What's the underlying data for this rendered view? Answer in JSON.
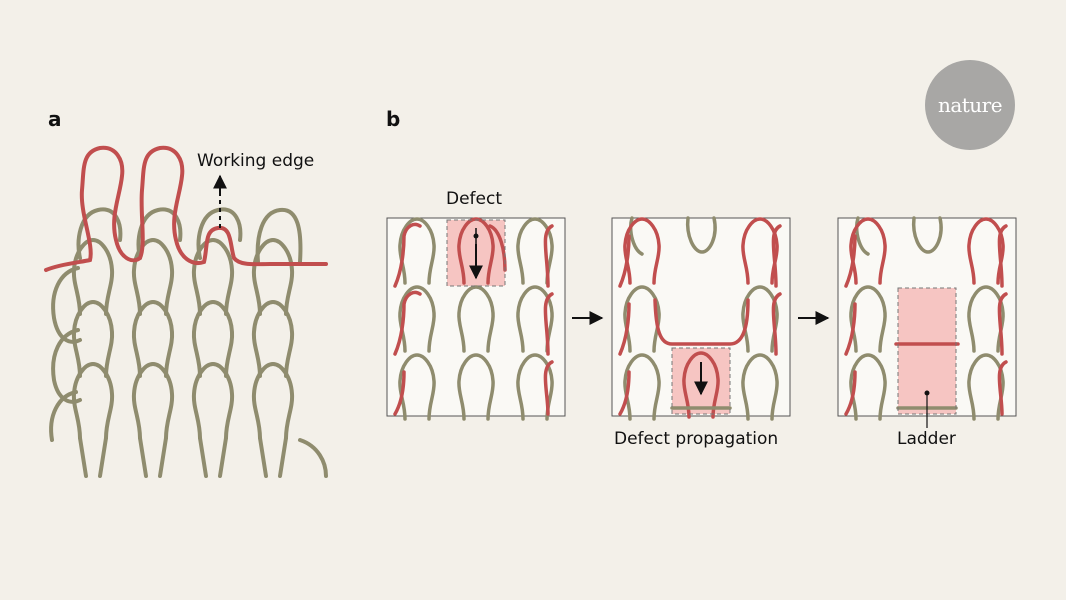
{
  "logo": {
    "text": "nature"
  },
  "panel_a": {
    "letter": "a",
    "working_edge_label": "Working edge"
  },
  "panel_b": {
    "letter": "b",
    "defect_label": "Defect",
    "propagation_label": "Defect propagation",
    "ladder_label": "Ladder"
  },
  "colors": {
    "background": "#f3f0e9",
    "tile_background": "#faf9f5",
    "yarn_green": "#8f8c6e",
    "yarn_red": "#c14e4e",
    "highlight": "#f6c5c2",
    "logo_grey": "#a8a7a5"
  }
}
